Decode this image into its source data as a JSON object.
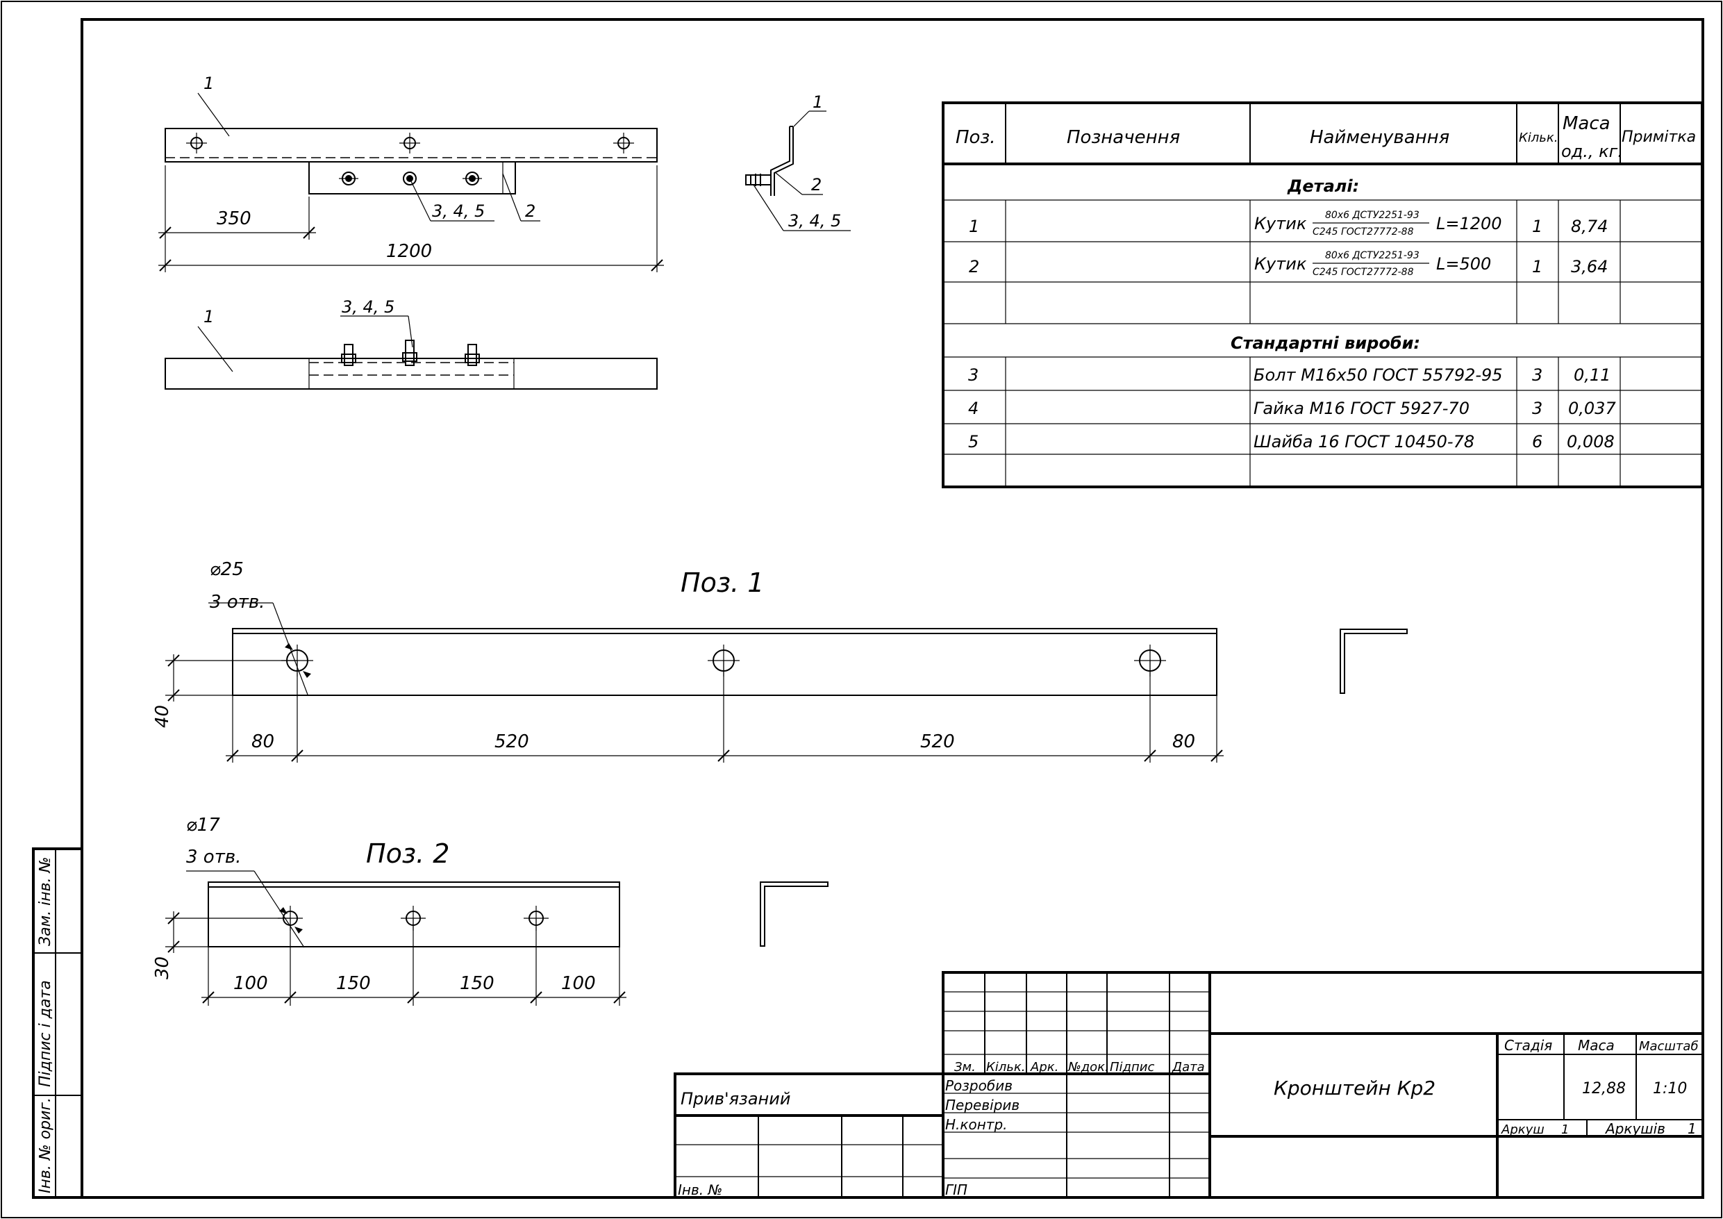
{
  "spec_table": {
    "headers": {
      "pos": "Поз.",
      "designation": "Позначення",
      "name": "Найменування",
      "qty": "Кільк.",
      "mass_l1": "Маса",
      "mass_l2": "од., кг.",
      "note": "Примітка"
    },
    "section_parts": "Деталі:",
    "section_standard": "Стандартні вироби:",
    "parts": [
      {
        "pos": "1",
        "name": "Кутик",
        "frac_top": "80x6 ДСТУ2251-93",
        "frac_bottom": "С245 ГОСТ27772-88",
        "length": "L=1200",
        "qty": "1",
        "mass": "8,74"
      },
      {
        "pos": "2",
        "name": "Кутик",
        "frac_top": "80x6 ДСТУ2251-93",
        "frac_bottom": "С245 ГОСТ27772-88",
        "length": "L=500",
        "qty": "1",
        "mass": "3,64"
      }
    ],
    "standard": [
      {
        "pos": "3",
        "name": "Болт М16х50 ГОСТ 55792-95",
        "qty": "3",
        "mass": "0,11"
      },
      {
        "pos": "4",
        "name": "Гайка М16 ГОСТ 5927-70",
        "qty": "3",
        "mass": "0,037"
      },
      {
        "pos": "5",
        "name": "Шайба 16 ГОСТ 10450-78",
        "qty": "6",
        "mass": "0,008"
      }
    ]
  },
  "assembly": {
    "leader_1": "1",
    "leader_2": "2",
    "leader_345": "3, 4, 5",
    "dim_350": "350",
    "dim_1200": "1200"
  },
  "section_view": {
    "leader_1": "1",
    "leader_2": "2",
    "leader_345": "3, 4, 5"
  },
  "pos1": {
    "title": "Поз. 1",
    "hole_dia": "⌀25",
    "hole_count": "3 отв.",
    "dim_height": "40",
    "dims": [
      "80",
      "520",
      "520",
      "80"
    ]
  },
  "pos2": {
    "title": "Поз. 2",
    "hole_dia": "⌀17",
    "hole_count": "3 отв.",
    "dim_height": "30",
    "dims": [
      "100",
      "150",
      "150",
      "100"
    ]
  },
  "title_block": {
    "privyazanyi": "Прив'язаний",
    "inv_no": "Інв. №",
    "col_headers": [
      "Зм.",
      "Кільк.",
      "Арк.",
      "№док.",
      "Підпис",
      "Дата"
    ],
    "roles": [
      "Розробив",
      "Перевірив",
      "Н.контр."
    ],
    "gip": "ГІП",
    "object_name": "Кронштейн Кр2",
    "stage_label": "Стадія",
    "mass_label": "Маса",
    "scale_label": "Масштаб",
    "mass_value": "12,88",
    "scale_value": "1:10",
    "sheet_label": "Аркуш",
    "sheet_value": "1",
    "sheets_label": "Аркушів",
    "sheets_value": "1"
  },
  "side_stamp": {
    "zam_inv": "Зам. інв. №",
    "pidpys_data": "Підпис і дата",
    "inv_orig": "Інв. № ориг."
  }
}
